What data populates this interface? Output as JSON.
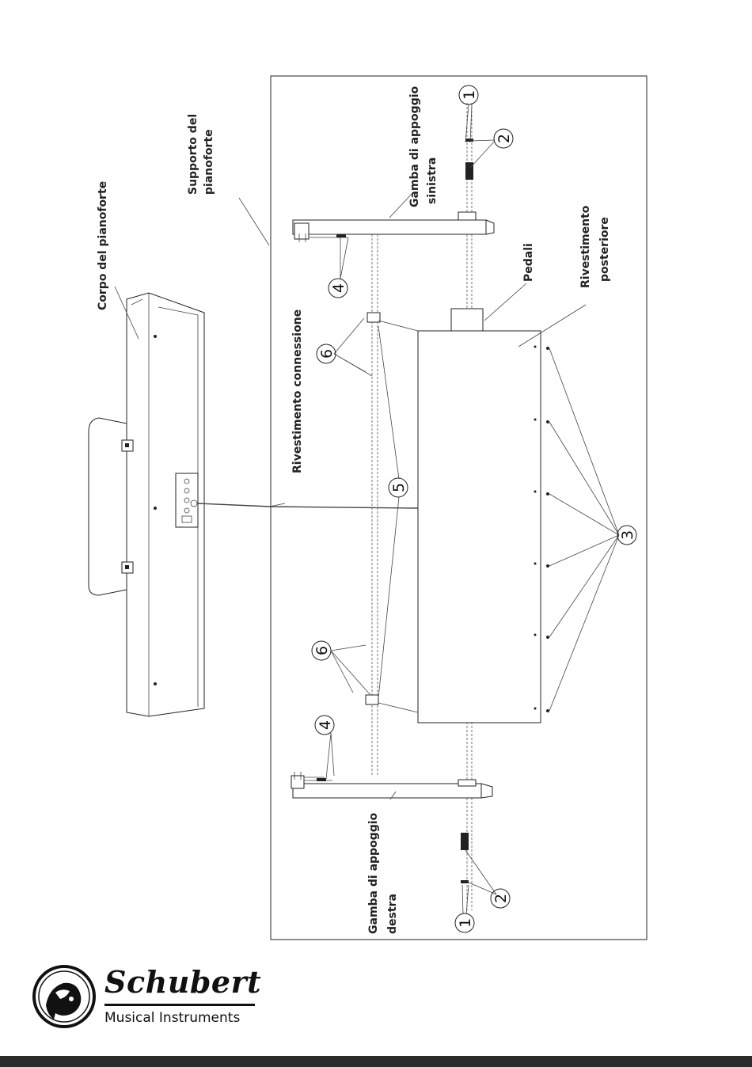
{
  "labels": {
    "corpo": "Corpo del pianoforte",
    "supporto_1": "Supporto del",
    "supporto_2": "pianoforte",
    "gamba_sinistra_1": "Gamba   di   appoggio",
    "gamba_sinistra_2": "sinistra",
    "gamba_destra_1": "Gamba   di   appoggio",
    "gamba_destra_2": "destra",
    "rivestimento_connessione": "Rivestimento connessione",
    "pedali": "Pedali",
    "rivestimento_posteriore_1": "Rivestimento",
    "rivestimento_posteriore_2": "posteriore"
  },
  "callouts": {
    "n1": "1",
    "n2": "2",
    "n3": "3",
    "n4": "4",
    "n5": "5",
    "n6": "6"
  },
  "brand": {
    "name": "Schubert",
    "subtitle": "Musical Instruments"
  },
  "colors": {
    "ink": "#222222",
    "footer": "#2b2b2b"
  }
}
